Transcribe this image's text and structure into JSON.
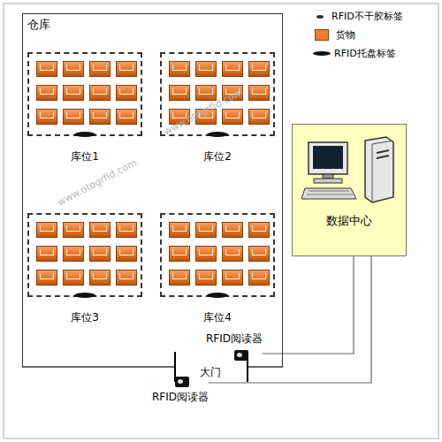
{
  "diagram": {
    "nodes": [
      {
        "text": [
          "仓库"
        ]
      },
      {
        "text": [
          "库位1"
        ],
        "in": 0
      },
      {
        "text": [
          "库位2"
        ],
        "in": 0
      },
      {
        "text": [
          "库位3"
        ],
        "in": 0
      },
      {
        "text": [
          "库位4"
        ],
        "in": 0
      },
      {
        "text": [
          "数据中心"
        ]
      },
      {
        "text": [
          "RFID阅读器"
        ],
        "in": 0
      },
      {
        "text": [
          "RFID阅读器"
        ]
      }
    ],
    "edges": [
      {
        "from": 6,
        "to": 5,
        "arrow": "none"
      },
      {
        "from": 7,
        "to": 5,
        "arrow": "none"
      }
    ],
    "labels": [
      "大门",
      "www.otogrfid.com",
      "www.otogrfid.com"
    ],
    "legend": [
      {
        "text": "RFID不干胶标签"
      },
      {
        "text": "货物",
        "color": "#f07c2c"
      },
      {
        "text": "RFID托盘标签"
      }
    ]
  }
}
